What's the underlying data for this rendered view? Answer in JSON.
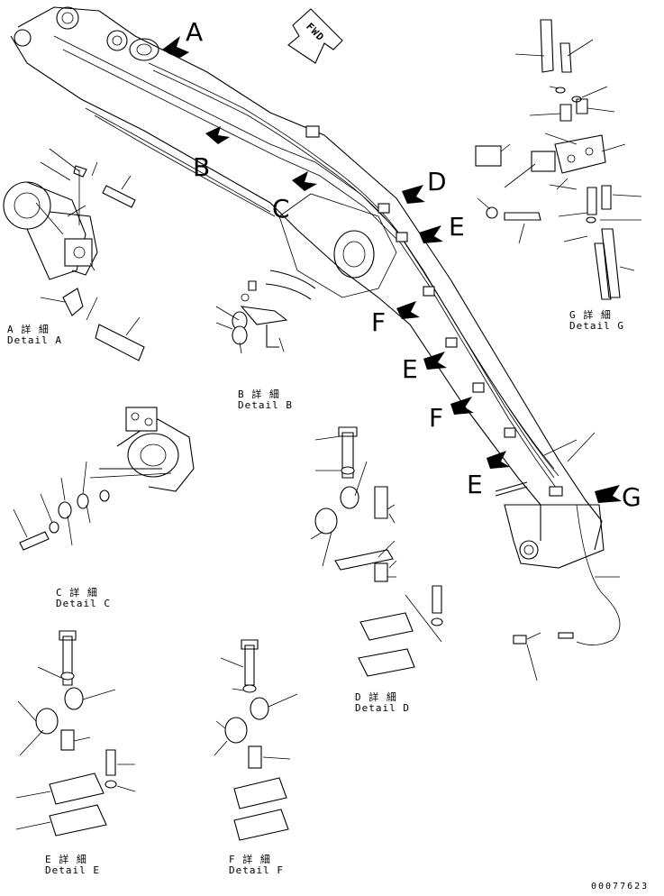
{
  "direction_label": "FWD",
  "callouts": [
    "A",
    "B",
    "C",
    "D",
    "E",
    "F",
    "E",
    "F",
    "E",
    "G"
  ],
  "details": [
    {
      "id": "A",
      "jp": "A 詳 細",
      "en": "Detail A"
    },
    {
      "id": "B",
      "jp": "B 詳 細",
      "en": "Detail B"
    },
    {
      "id": "C",
      "jp": "C 詳 細",
      "en": "Detail C"
    },
    {
      "id": "D",
      "jp": "D 詳 細",
      "en": "Detail D"
    },
    {
      "id": "E",
      "jp": "E 詳 細",
      "en": "Detail E"
    },
    {
      "id": "F",
      "jp": "F 詳 細",
      "en": "Detail F"
    },
    {
      "id": "G",
      "jp": "G 詳 細",
      "en": "Detail G"
    }
  ],
  "drawing_number": "00077623"
}
